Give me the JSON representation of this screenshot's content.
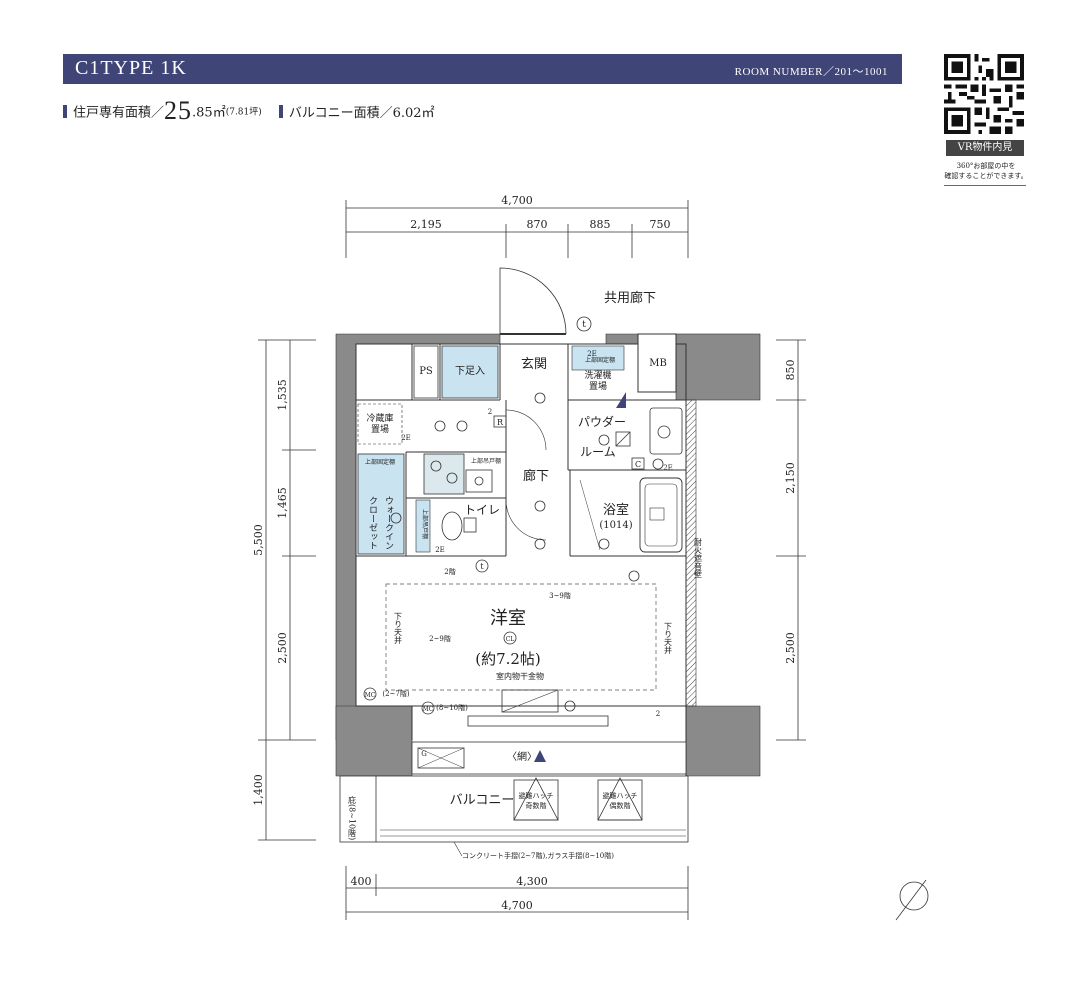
{
  "header": {
    "type_label": "C1TYPE 1K",
    "room_number": "ROOM NUMBER／201～1001"
  },
  "areas": {
    "private_label": "住戸専有面積／",
    "private_value": "25",
    "private_decimal": ".85㎡",
    "private_tsubo": "(7.81坪)",
    "balcony_label": "バルコニー面積／6.02㎡"
  },
  "vr": {
    "button": "VR物件内見",
    "caption_line1": "360°お部屋の中を",
    "caption_line2": "確認することができます。"
  },
  "dimensions": {
    "top_total": "4,700",
    "top_segments": [
      "2,195",
      "870",
      "885",
      "750"
    ],
    "left_total": "5,500",
    "left_segments": [
      "1,535",
      "1,465",
      "2,500"
    ],
    "left_balcony": "1,400",
    "right_segments": [
      "850",
      "2,150",
      "2,500"
    ],
    "bottom_segments": [
      "400",
      "4,300"
    ],
    "bottom_total": "4,700"
  },
  "rooms": {
    "common_corridor": "共用廊下",
    "ps": "PS",
    "shoe_storage": "下足入",
    "entrance": "玄関",
    "mb": "MB",
    "washer_line1": "洗濯機",
    "washer_line2": "置場",
    "fridge_line1": "冷蔵庫",
    "fridge_line2": "置場",
    "powder_line1": "パウダー",
    "powder_line2": "ルーム",
    "hallway": "廊下",
    "bath": "浴室",
    "bath_size": "(1014)",
    "toilet": "トイレ",
    "wic_line1": "ウォークイン",
    "wic_line2": "クローゼット",
    "upper_shelf": "上部固定棚",
    "upper_shelf_2": "上部固定棚",
    "upper_cabinet": "上部吊戸棚",
    "upper_cabinet_2": "上部吊戸棚",
    "western_room": "洋室",
    "western_size": "(約7.2帖)",
    "clothes_hanger": "室内物干金物",
    "ceiling_left": "下り天井",
    "ceiling_right": "下り天井",
    "fire_wall": "耐火遮音壁",
    "balcony": "バルコニー",
    "escape_odd_1": "避難ハッチ",
    "escape_odd_2": "奇数階",
    "escape_even_1": "避難ハッチ",
    "escape_even_2": "偶数階",
    "net": "〈網〉",
    "eaves": "庇(8~10階)",
    "railing_note": "コンクリート手摺(2~7階),ガラス手摺(8~10階)",
    "floor_2": "2階",
    "floor_3_9": "3~9階",
    "floor_2_9": "2~9階",
    "mc_2_7": "(2~7階)",
    "mc_8_10": "(8~10階)"
  },
  "symbols": {
    "t": "t",
    "r": "R",
    "c": "C",
    "cl": "CL",
    "mc": "MC",
    "g": "G",
    "e2": "2E",
    "two": "2"
  }
}
